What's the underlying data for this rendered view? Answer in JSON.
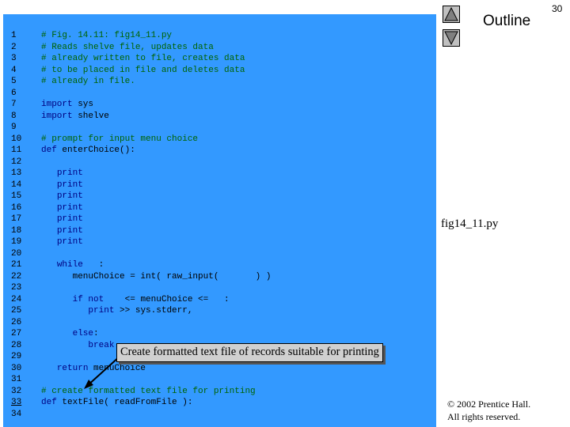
{
  "slide": {
    "number": "30",
    "outline_title": "Outline",
    "file_label": "fig14_11.py",
    "copyright_line1": "© 2002 Prentice Hall.",
    "copyright_line2": "All rights reserved."
  },
  "callout": {
    "text": "Create formatted text file of records suitable for printing"
  },
  "code": {
    "line_numbers": [
      "1",
      "2",
      "3",
      "4",
      "5",
      "6",
      "7",
      "8",
      "9",
      "10",
      "11",
      "12",
      "13",
      "14",
      "15",
      "16",
      "17",
      "18",
      "19",
      "20",
      "21",
      "22",
      "23",
      "24",
      "25",
      "26",
      "27",
      "28",
      "29",
      "30",
      "31",
      "32",
      "33",
      "34"
    ],
    "lines": [
      "# Fig. 14.11: fig14_11.py",
      "# Reads shelve file, updates data",
      "# already written to file, creates data",
      "# to be placed in file and deletes data",
      "# already in file.",
      "",
      "import sys",
      "import shelve",
      "",
      "# prompt for input menu choice",
      "def enterChoice():",
      "",
      "   print",
      "   print",
      "   print",
      "   print",
      "   print",
      "   print",
      "   print",
      "",
      "   while   :",
      "      menuChoice = int( raw_input(       ) )",
      "",
      "      if not    <= menuChoice <=   :",
      "         print >> sys.stderr,",
      "",
      "      else:",
      "         break",
      "",
      "   return menuChoice",
      "",
      "# create formatted text file for printing",
      "def textFile( readFromFile ):",
      ""
    ]
  },
  "colors": {
    "panel": "#3399ff",
    "comment": "#006400",
    "keyword": "#000080"
  },
  "icons": {
    "nav_up": "triangle-up-icon",
    "nav_down": "triangle-down-icon"
  }
}
